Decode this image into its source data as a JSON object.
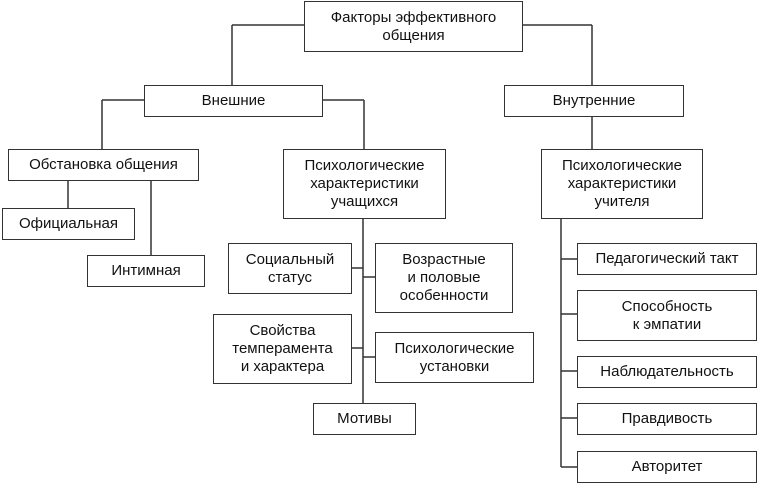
{
  "diagram": {
    "root": "Факторы эффективного\nобщения",
    "external": "Внешние",
    "internal": "Внутренние",
    "setting": "Обстановка общения",
    "official": "Официальная",
    "intimate": "Интимная",
    "students": "Психологические\nхарактеристики\nучащихся",
    "social_status": "Социальный\nстатус",
    "age_gender": "Возрастные\nи половые\nособенности",
    "temperament": "Свойства\nтемперамента\nи характера",
    "attitudes": "Психологические\nустановки",
    "motives": "Мотивы",
    "teacher": "Психологические\nхарактеристики\nучителя",
    "tact": "Педагогический такт",
    "empathy": "Способность\nк эмпатии",
    "observation": "Наблюдательность",
    "truthfulness": "Правдивость",
    "authority": "Авторитет"
  }
}
